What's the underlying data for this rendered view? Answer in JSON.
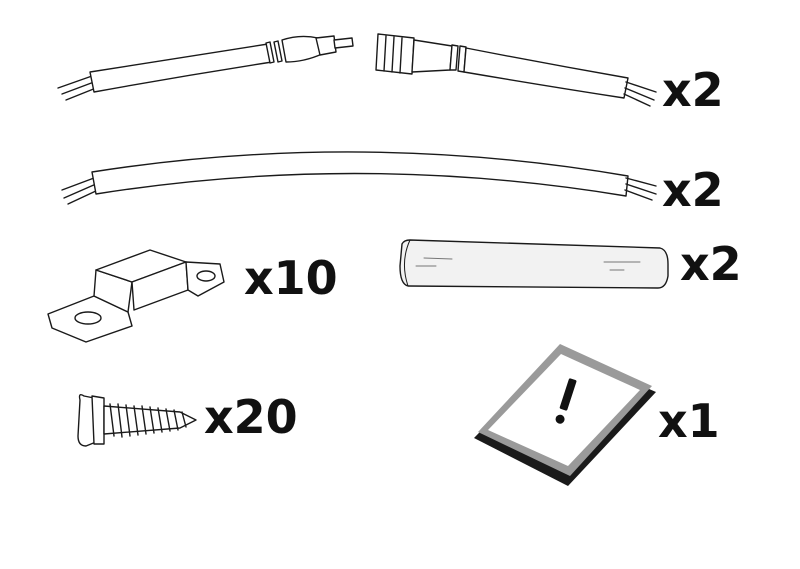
{
  "items": [
    {
      "icon": "connector-cable-pair-icon",
      "quantity": "x2"
    },
    {
      "icon": "extension-cable-icon",
      "quantity": "x2"
    },
    {
      "icon": "mounting-clip-icon",
      "quantity": "x10"
    },
    {
      "icon": "heat-shrink-tube-icon",
      "quantity": "x2"
    },
    {
      "icon": "screw-icon",
      "quantity": "x20"
    },
    {
      "icon": "instruction-sheet-icon",
      "quantity": "x1",
      "mark": "!"
    }
  ]
}
